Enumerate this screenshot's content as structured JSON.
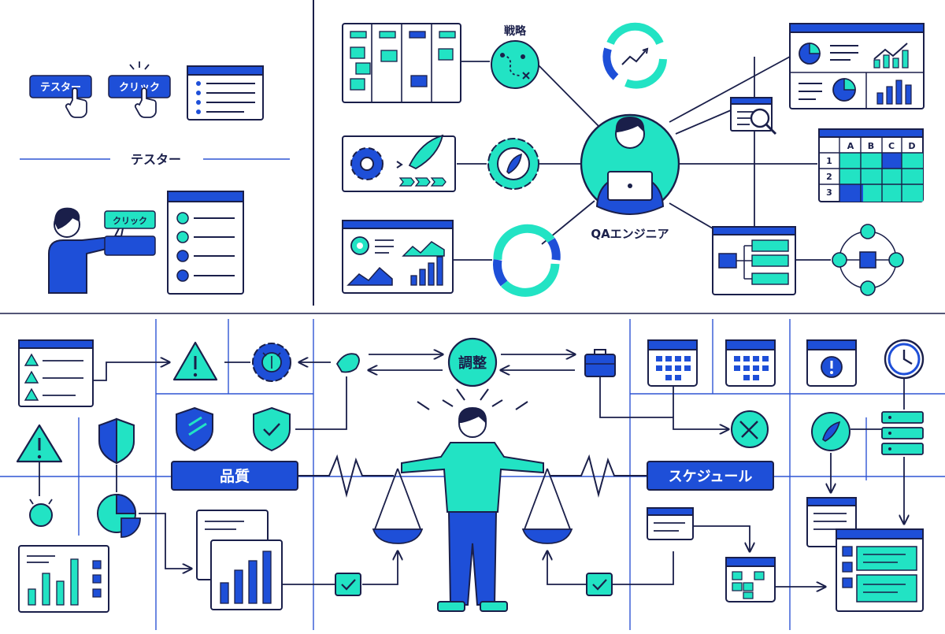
{
  "labels": {
    "tester_btn": "テスター",
    "click_btn": "クリック",
    "tester_heading": "テスター",
    "click_small": "クリック",
    "strategy": "戦略",
    "qa_engineer": "QAエンジニア",
    "adjust": "調整",
    "quality": "品質",
    "schedule": "スケジュール",
    "spreadsheet_cols": [
      "A",
      "B",
      "C",
      "D"
    ],
    "spreadsheet_rows": [
      "1",
      "2",
      "3"
    ]
  },
  "colors": {
    "navy": "#1a1f4a",
    "blue": "#1e4fd8",
    "cyan": "#22e3c4",
    "line": "#2f55d4",
    "white": "#ffffff"
  }
}
